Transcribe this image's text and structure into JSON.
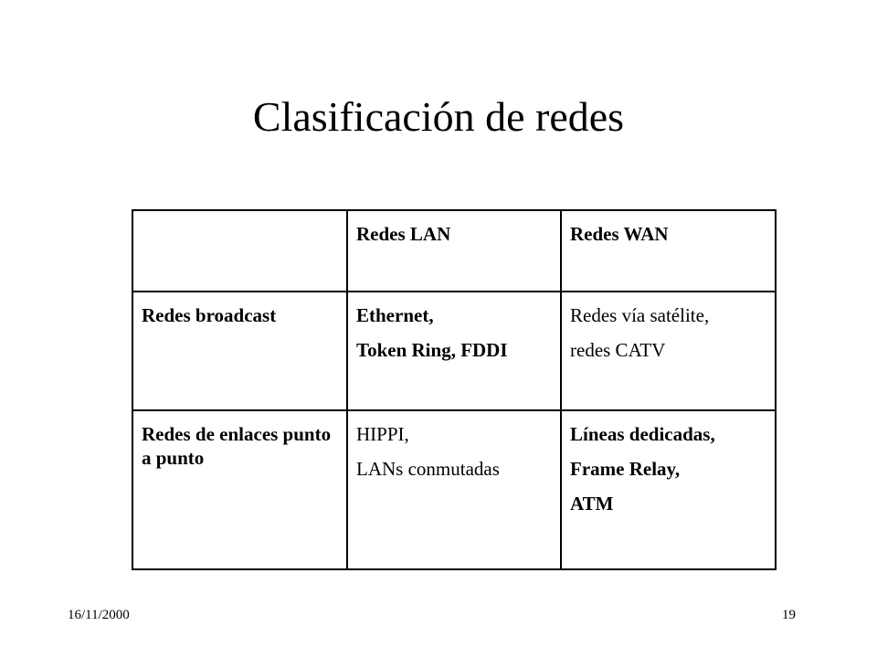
{
  "slide": {
    "title": "Clasificación de redes"
  },
  "table": {
    "headers": [
      "",
      "Redes LAN",
      "Redes WAN"
    ],
    "rows": [
      {
        "label": "Redes broadcast",
        "lan": [
          "Ethernet,",
          "Token Ring, FDDI"
        ],
        "wan": [
          "Redes vía satélite,",
          "redes CATV"
        ]
      },
      {
        "label": "Redes de enlaces punto a punto",
        "lan": [
          "HIPPI,",
          "LANs conmutadas"
        ],
        "wan": [
          "Líneas dedicadas,",
          "Frame Relay,",
          "ATM"
        ]
      }
    ]
  },
  "footer": {
    "date": "16/11/2000",
    "page": "19"
  }
}
